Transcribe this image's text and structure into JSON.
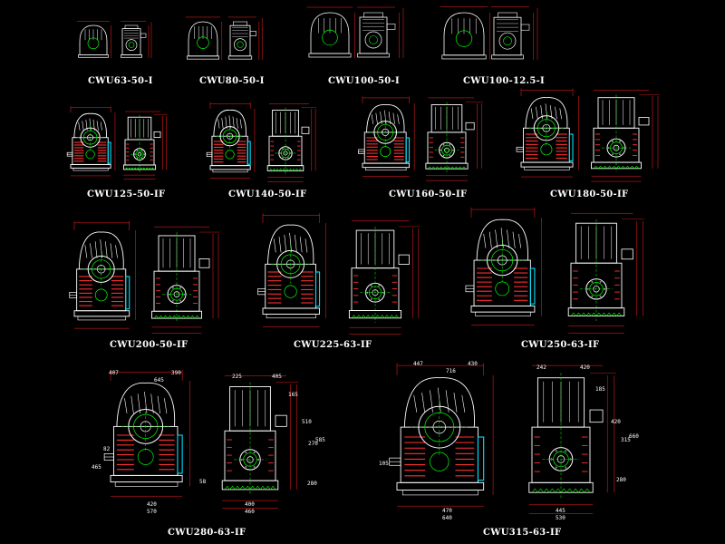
{
  "colors": {
    "background": "#000000",
    "outline": "#ffffff",
    "dimension": "#ff2020",
    "hatch": "#ff3030",
    "centerline": "#00ff00",
    "flange": "#00e0ff"
  },
  "models": [
    {
      "label": "CWU63-50-I",
      "icon": "gearbox-drawing-icon"
    },
    {
      "label": "CWU80-50-I",
      "icon": "gearbox-drawing-icon"
    },
    {
      "label": "CWU100-50-I",
      "icon": "gearbox-drawing-icon"
    },
    {
      "label": "CWU100-12.5-I",
      "icon": "gearbox-drawing-icon"
    },
    {
      "label": "CWU125-50-IF",
      "icon": "gearbox-drawing-icon"
    },
    {
      "label": "CWU140-50-IF",
      "icon": "gearbox-drawing-icon"
    },
    {
      "label": "CWU160-50-IF",
      "icon": "gearbox-drawing-icon"
    },
    {
      "label": "CWU180-50-IF",
      "icon": "gearbox-drawing-icon"
    },
    {
      "label": "CWU200-50-IF",
      "icon": "gearbox-drawing-icon"
    },
    {
      "label": "CWU225-63-IF",
      "icon": "gearbox-drawing-icon"
    },
    {
      "label": "CWU250-63-IF",
      "icon": "gearbox-drawing-icon"
    },
    {
      "label": "CWU280-63-IF",
      "icon": "gearbox-drawing-icon"
    },
    {
      "label": "CWU315-63-IF",
      "icon": "gearbox-drawing-icon"
    }
  ],
  "dimensions": {
    "cwu280": {
      "top_left": "407",
      "top_right": "390",
      "top_mid": "645",
      "side_top_a": "225",
      "side_top_b": "405",
      "side_right_a": "165",
      "side_right_b": "510",
      "side_right_c": "270",
      "side_right_d": "585",
      "front_left_a": "82",
      "front_left_b": "465",
      "front_right": "58",
      "side_mid": "280",
      "bottom_a": "420",
      "bottom_b": "570",
      "side_bottom_a": "400",
      "side_bottom_b": "460"
    },
    "cwu315": {
      "top_left": "447",
      "top_right": "430",
      "top_mid": "716",
      "side_top_a": "242",
      "side_top_b": "420",
      "side_right_a": "185",
      "side_right_b": "420",
      "side_right_c": "315",
      "side_right_d": "660",
      "front_left": "105",
      "side_mid": "280",
      "bottom_a": "470",
      "bottom_b": "640",
      "side_bottom_a": "445",
      "side_bottom_b": "530"
    }
  }
}
